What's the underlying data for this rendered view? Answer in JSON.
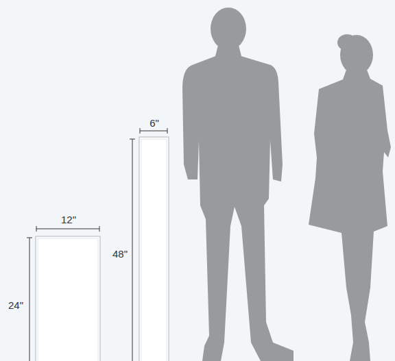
{
  "diagram": {
    "labels": [
      "12\"",
      "24\"",
      "6\"",
      "48\""
    ]
  }
}
